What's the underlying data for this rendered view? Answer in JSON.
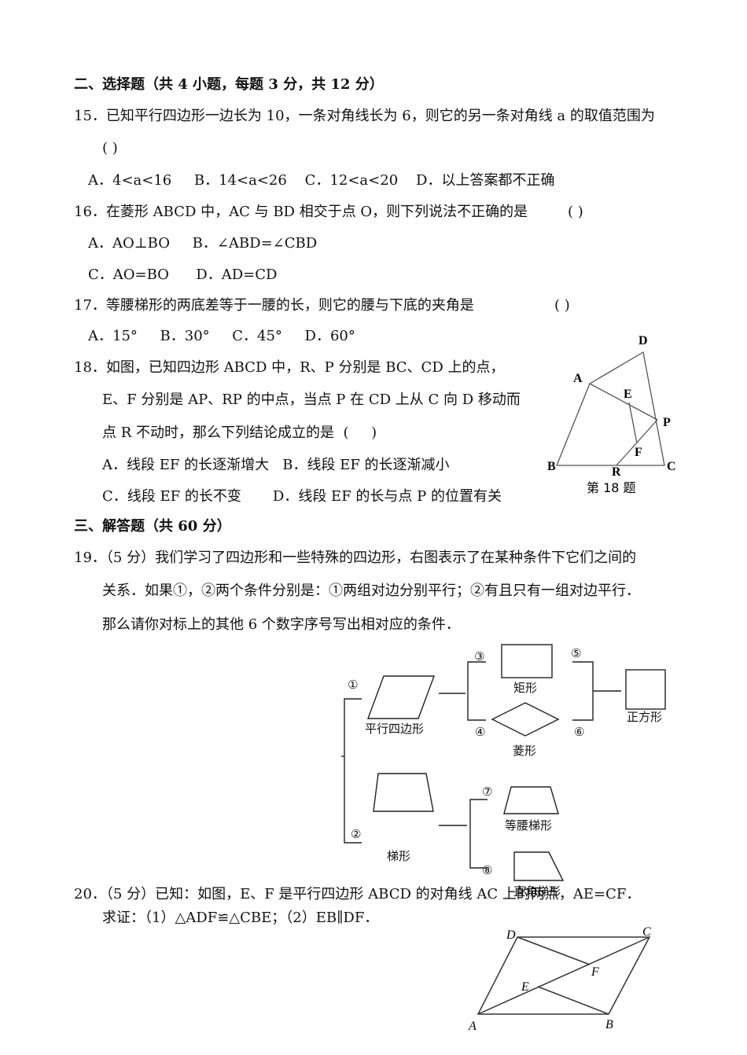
{
  "section2": {
    "heading": "二、选择题（共 4 小题，每题 3 分，共 12 分）"
  },
  "q15": {
    "stem": "15．已知平行四边形一边长为 10，一条对角线长为 6，则它的另一条对角线 a 的取值范围为",
    "bracket": "(     )",
    "options": "A．4<a<16     B．14<a<26    C．12<a<20    D．以上答案都不正确"
  },
  "q16": {
    "stem": "16．在菱形 ABCD 中，AC 与 BD 相交于点 O，则下列说法不正确的是",
    "bracket": "(     )",
    "options_line1": "A．AO⊥BO     B．∠ABD=∠CBD",
    "options_line2": "C．AO=BO      D．AD=CD"
  },
  "q17": {
    "stem": "17．等腰梯形的两底差等于一腰的长，则它的腰与下底的夹角是",
    "bracket": "(     )",
    "options": "A．15°     B．30°     C．45°     D．60°"
  },
  "q18": {
    "line1": "18．如图，已知四边形 ABCD 中，R、P 分别是 BC、CD 上的点，",
    "line2": "E、F 分别是 AP、RP 的中点，当点 P 在 CD 上从 C 向 D 移动而",
    "line3": "点 R 不动时，那么下列结论成立的是  (     )",
    "optA": "A．线段 EF 的长逐渐增大   B．线段 EF 的长逐渐减小",
    "optC": "C．线段 EF 的长不变       D．线段 EF 的长与点 P 的位置有关",
    "figure": {
      "caption": "第 18 题",
      "labels": {
        "A": "A",
        "B": "B",
        "C": "C",
        "D": "D",
        "E": "E",
        "F": "F",
        "P": "P",
        "R": "R"
      }
    }
  },
  "section3": {
    "heading": "三、解答题（共 60 分）"
  },
  "q19": {
    "line1": "19．（5 分）我们学习了四边形和一些特殊的四边形，右图表示了在某种条件下它们之间的",
    "line2": "关系．如果①，②两个条件分别是：①两组对边分别平行；②有且只有一组对边平行．",
    "line3": "那么请你对标上的其他 6 个数字序号写出相对应的条件．",
    "diagram": {
      "markers": [
        "①",
        "②",
        "③",
        "④",
        "⑤",
        "⑥",
        "⑦",
        "⑧"
      ],
      "shapes": {
        "parallelogram": "平行四边形",
        "rectangle": "矩形",
        "rhombus": "菱形",
        "square": "正方形",
        "trapezoid": "梯形",
        "isosceles_trapezoid": "等腰梯形",
        "right_trapezoid": "直角梯形"
      }
    }
  },
  "q20": {
    "line1": "20．（5 分）已知：如图，E、F 是平行四边形 ABCD 的对角线 AC 上的两点，AE=CF．",
    "line2": "求证：（1）△ADF≌△CBE；（2）EB∥DF．",
    "figure": {
      "labels": {
        "A": "A",
        "B": "B",
        "C": "C",
        "D": "D",
        "E": "E",
        "F": "F"
      }
    }
  }
}
